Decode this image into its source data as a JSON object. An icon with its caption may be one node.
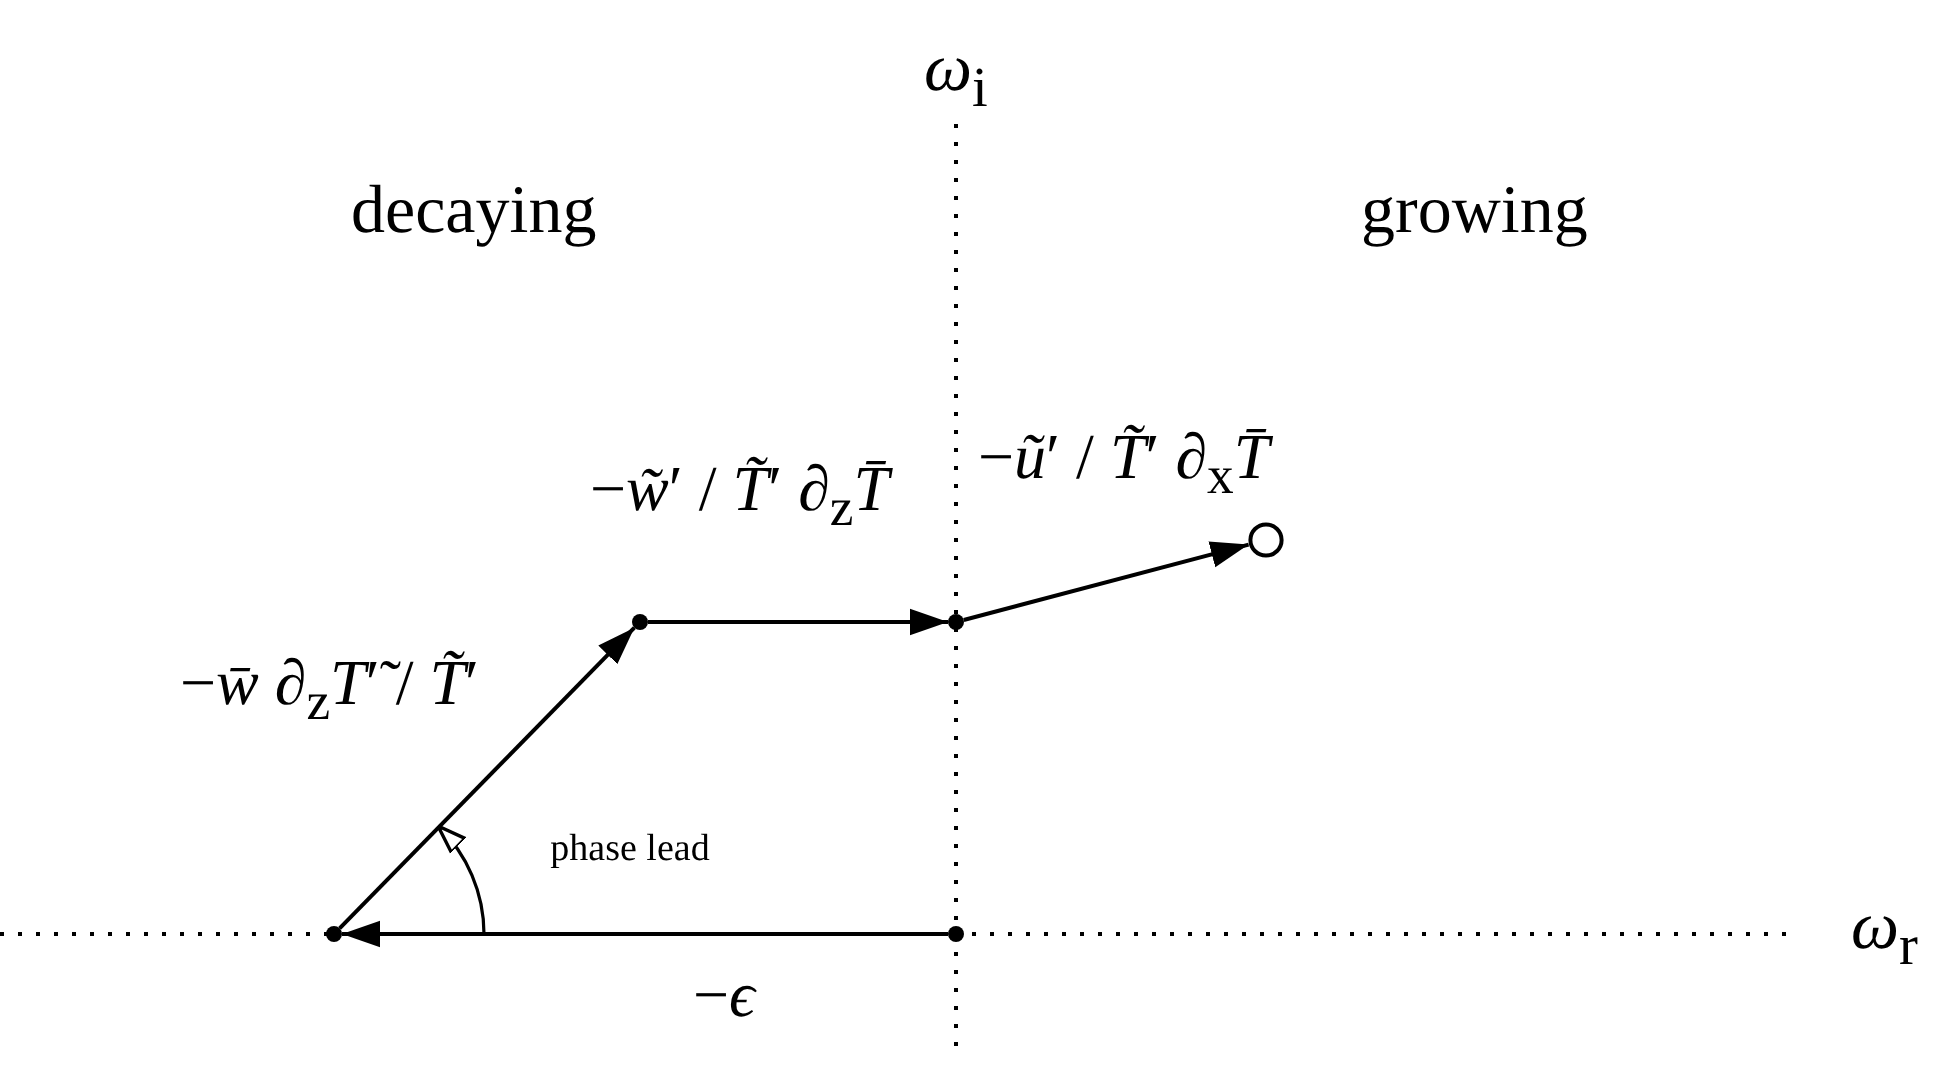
{
  "diagram": {
    "nodes": [
      {
        "text": [],
        "shape": "point"
      },
      {
        "text": [],
        "shape": "point"
      },
      {
        "text": [],
        "shape": "point"
      },
      {
        "text": [],
        "shape": "point"
      },
      {
        "text": [],
        "shape": "circle"
      }
    ],
    "edges": [
      {
        "from": 0,
        "to": 1,
        "arrow": "to",
        "label": "−*ϵ*"
      },
      {
        "from": 1,
        "to": 2,
        "arrow": "to",
        "label": "−*w̄* ∂$_{z}$*T*′̃ / *T̃*′"
      },
      {
        "from": 2,
        "to": 3,
        "arrow": "to",
        "label": "−*w̃*′ / *T̃*′ ∂$_{z}$*T̄*"
      },
      {
        "from": 3,
        "to": 4,
        "arrow": "to",
        "label": "−*ũ*′ / *T̃*′ ∂$_{x}$*T̄*"
      }
    ],
    "labels": [
      "*ω*$_{i}$",
      "decaying",
      "growing",
      "phase lead",
      "*ω*$_{r}$"
    ]
  }
}
